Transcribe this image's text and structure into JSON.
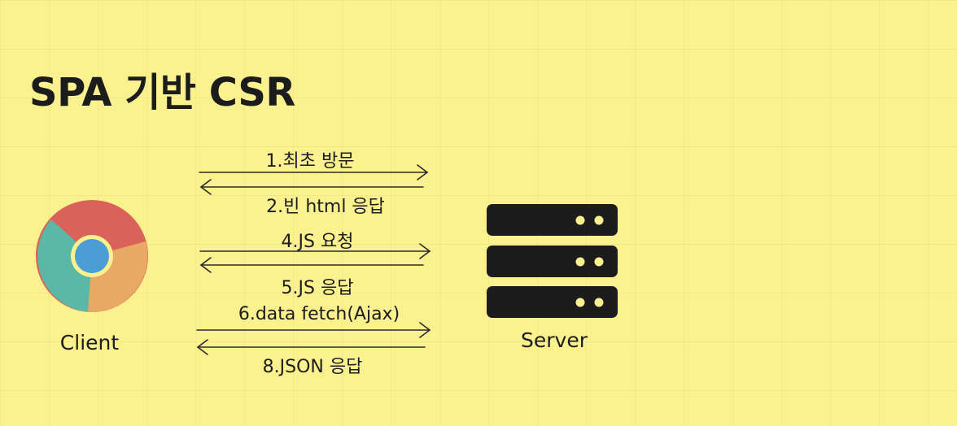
{
  "title": "SPA 기반 CSR",
  "client": {
    "label": "Client"
  },
  "server": {
    "label": "Server"
  },
  "messages": [
    {
      "text": "1.최초 방문"
    },
    {
      "text": "2.빈 html 응답"
    },
    {
      "text": "4.JS 요청"
    },
    {
      "text": "5.JS 응답"
    },
    {
      "text": "6.data fetch(Ajax)"
    },
    {
      "text": "8.JSON 응답"
    }
  ],
  "colors": {
    "background": "#fbf18f",
    "chrome_red": "#d9635a",
    "chrome_green": "#5bb7a6",
    "chrome_yellow": "#e8a964",
    "chrome_blue": "#4b9dd6",
    "server": "#1c1c1c"
  }
}
